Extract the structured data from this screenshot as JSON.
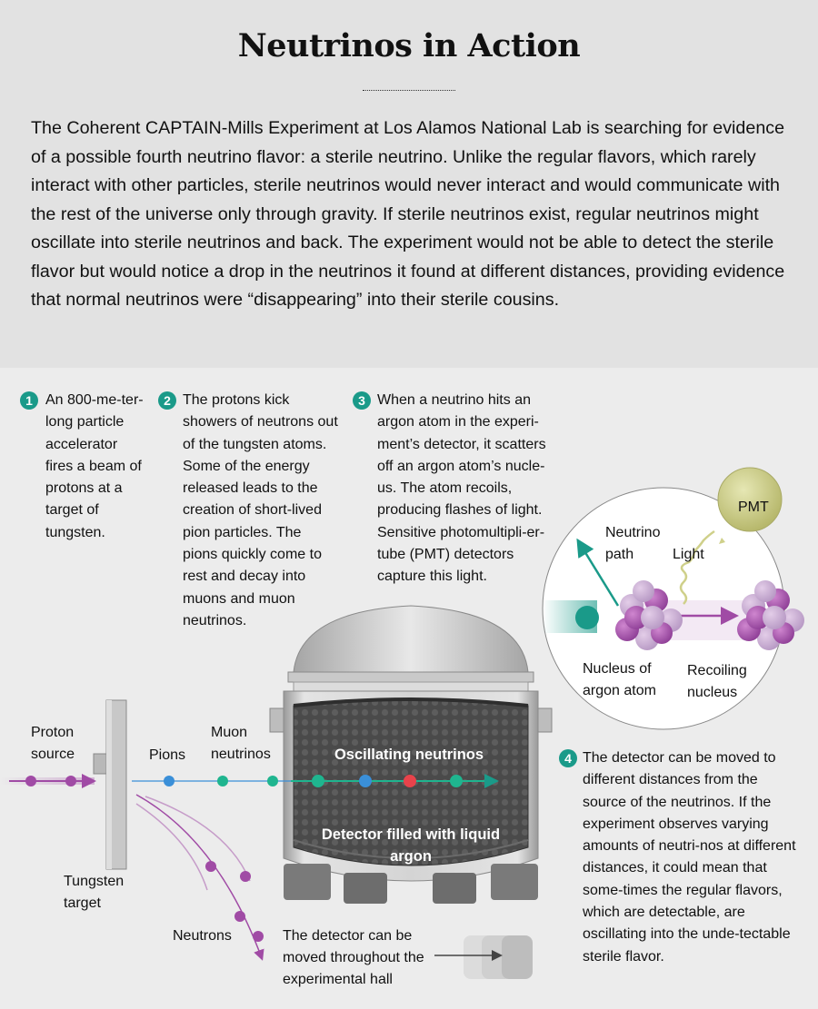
{
  "title": "Neutrinos in Action",
  "intro": "The Coherent CAPTAIN-Mills Experiment at Los Alamos National Lab is searching for evidence of a possible fourth neutrino flavor: a sterile neutrino. Unlike the regular flavors, which rarely interact with other particles, sterile neutrinos would never interact and would communicate with the rest of the universe only through gravity. If sterile neutrinos exist, regular neutrinos might oscillate into sterile neutrinos and back. The experiment would not be able to detect the sterile flavor but would notice a drop in the neutrinos it found at different distances, providing evidence that normal neutrinos were “disappearing” into their sterile cousins.",
  "steps": [
    {
      "num": "1",
      "text": "An 800-me-ter-long particle accelerator fires a beam of protons at a target of tungsten."
    },
    {
      "num": "2",
      "text": "The protons kick showers of neutrons out of the tungsten atoms. Some of the energy released leads to the creation of short-lived pion particles. The pions quickly come to rest and decay into muons and muon neutrinos."
    },
    {
      "num": "3",
      "text": "When a neutrino hits an argon atom in the experi-ment’s detector, it scatters off an argon atom’s nucle-us. The atom recoils, producing flashes of light. Sensitive photomultipli-er-tube (PMT) detectors capture this light."
    },
    {
      "num": "4",
      "text": "The detector can be moved to different distances from the source of the neutrinos. If the experiment observes varying amounts of neutri-nos at different distances, it could mean that some-times the regular flavors, which are detectable, are oscillating into the unde-tectable sterile flavor."
    }
  ],
  "labels": {
    "proton_source": "Proton source",
    "pions": "Pions",
    "muon_neutrinos": "Muon neutrinos",
    "oscillating": "Oscillating neutrinos",
    "detector": "Detector filled with liquid argon",
    "tungsten": "Tungsten target",
    "neutrons": "Neutrons",
    "moved": "The detector can be moved throughout the experimental hall",
    "pmt": "PMT",
    "neutrino_path": "Neutrino path",
    "light": "Light",
    "nucleus": "Nucleus of argon atom",
    "recoiling": "Recoiling nucleus"
  },
  "colors": {
    "accent_teal": "#1a9a89",
    "proton_purple": "#a04ba5",
    "pion_blue": "#3a8fd8",
    "neutrino_green": "#1fb58f",
    "neutrino_red": "#e8434b",
    "pmt_yellow": "#cfd08a"
  }
}
